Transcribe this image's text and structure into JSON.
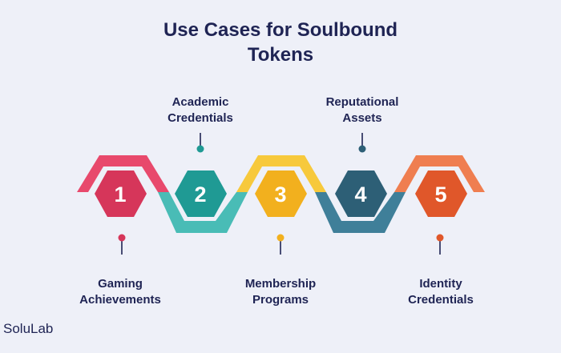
{
  "title_line1": "Use Cases for Soulbound",
  "title_line2": "Tokens",
  "steps": [
    {
      "number": "1",
      "label_line1": "Gaming",
      "label_line2": "Achievements",
      "color": "#d6365a",
      "band_color": "#e8496c"
    },
    {
      "number": "2",
      "label_line1": "Academic",
      "label_line2": "Credentials",
      "color": "#1f9a94",
      "band_color": "#49bcb6"
    },
    {
      "number": "3",
      "label_line1": "Membership",
      "label_line2": "Programs",
      "color": "#f2b01e",
      "band_color": "#f7c93c"
    },
    {
      "number": "4",
      "label_line1": "Reputational",
      "label_line2": "Assets",
      "color": "#2d5f76",
      "band_color": "#3f7f99"
    },
    {
      "number": "5",
      "label_line1": "Identity",
      "label_line2": "Credentials",
      "color": "#e0572a",
      "band_color": "#ef7e50"
    }
  ],
  "brand": "SoluLab"
}
